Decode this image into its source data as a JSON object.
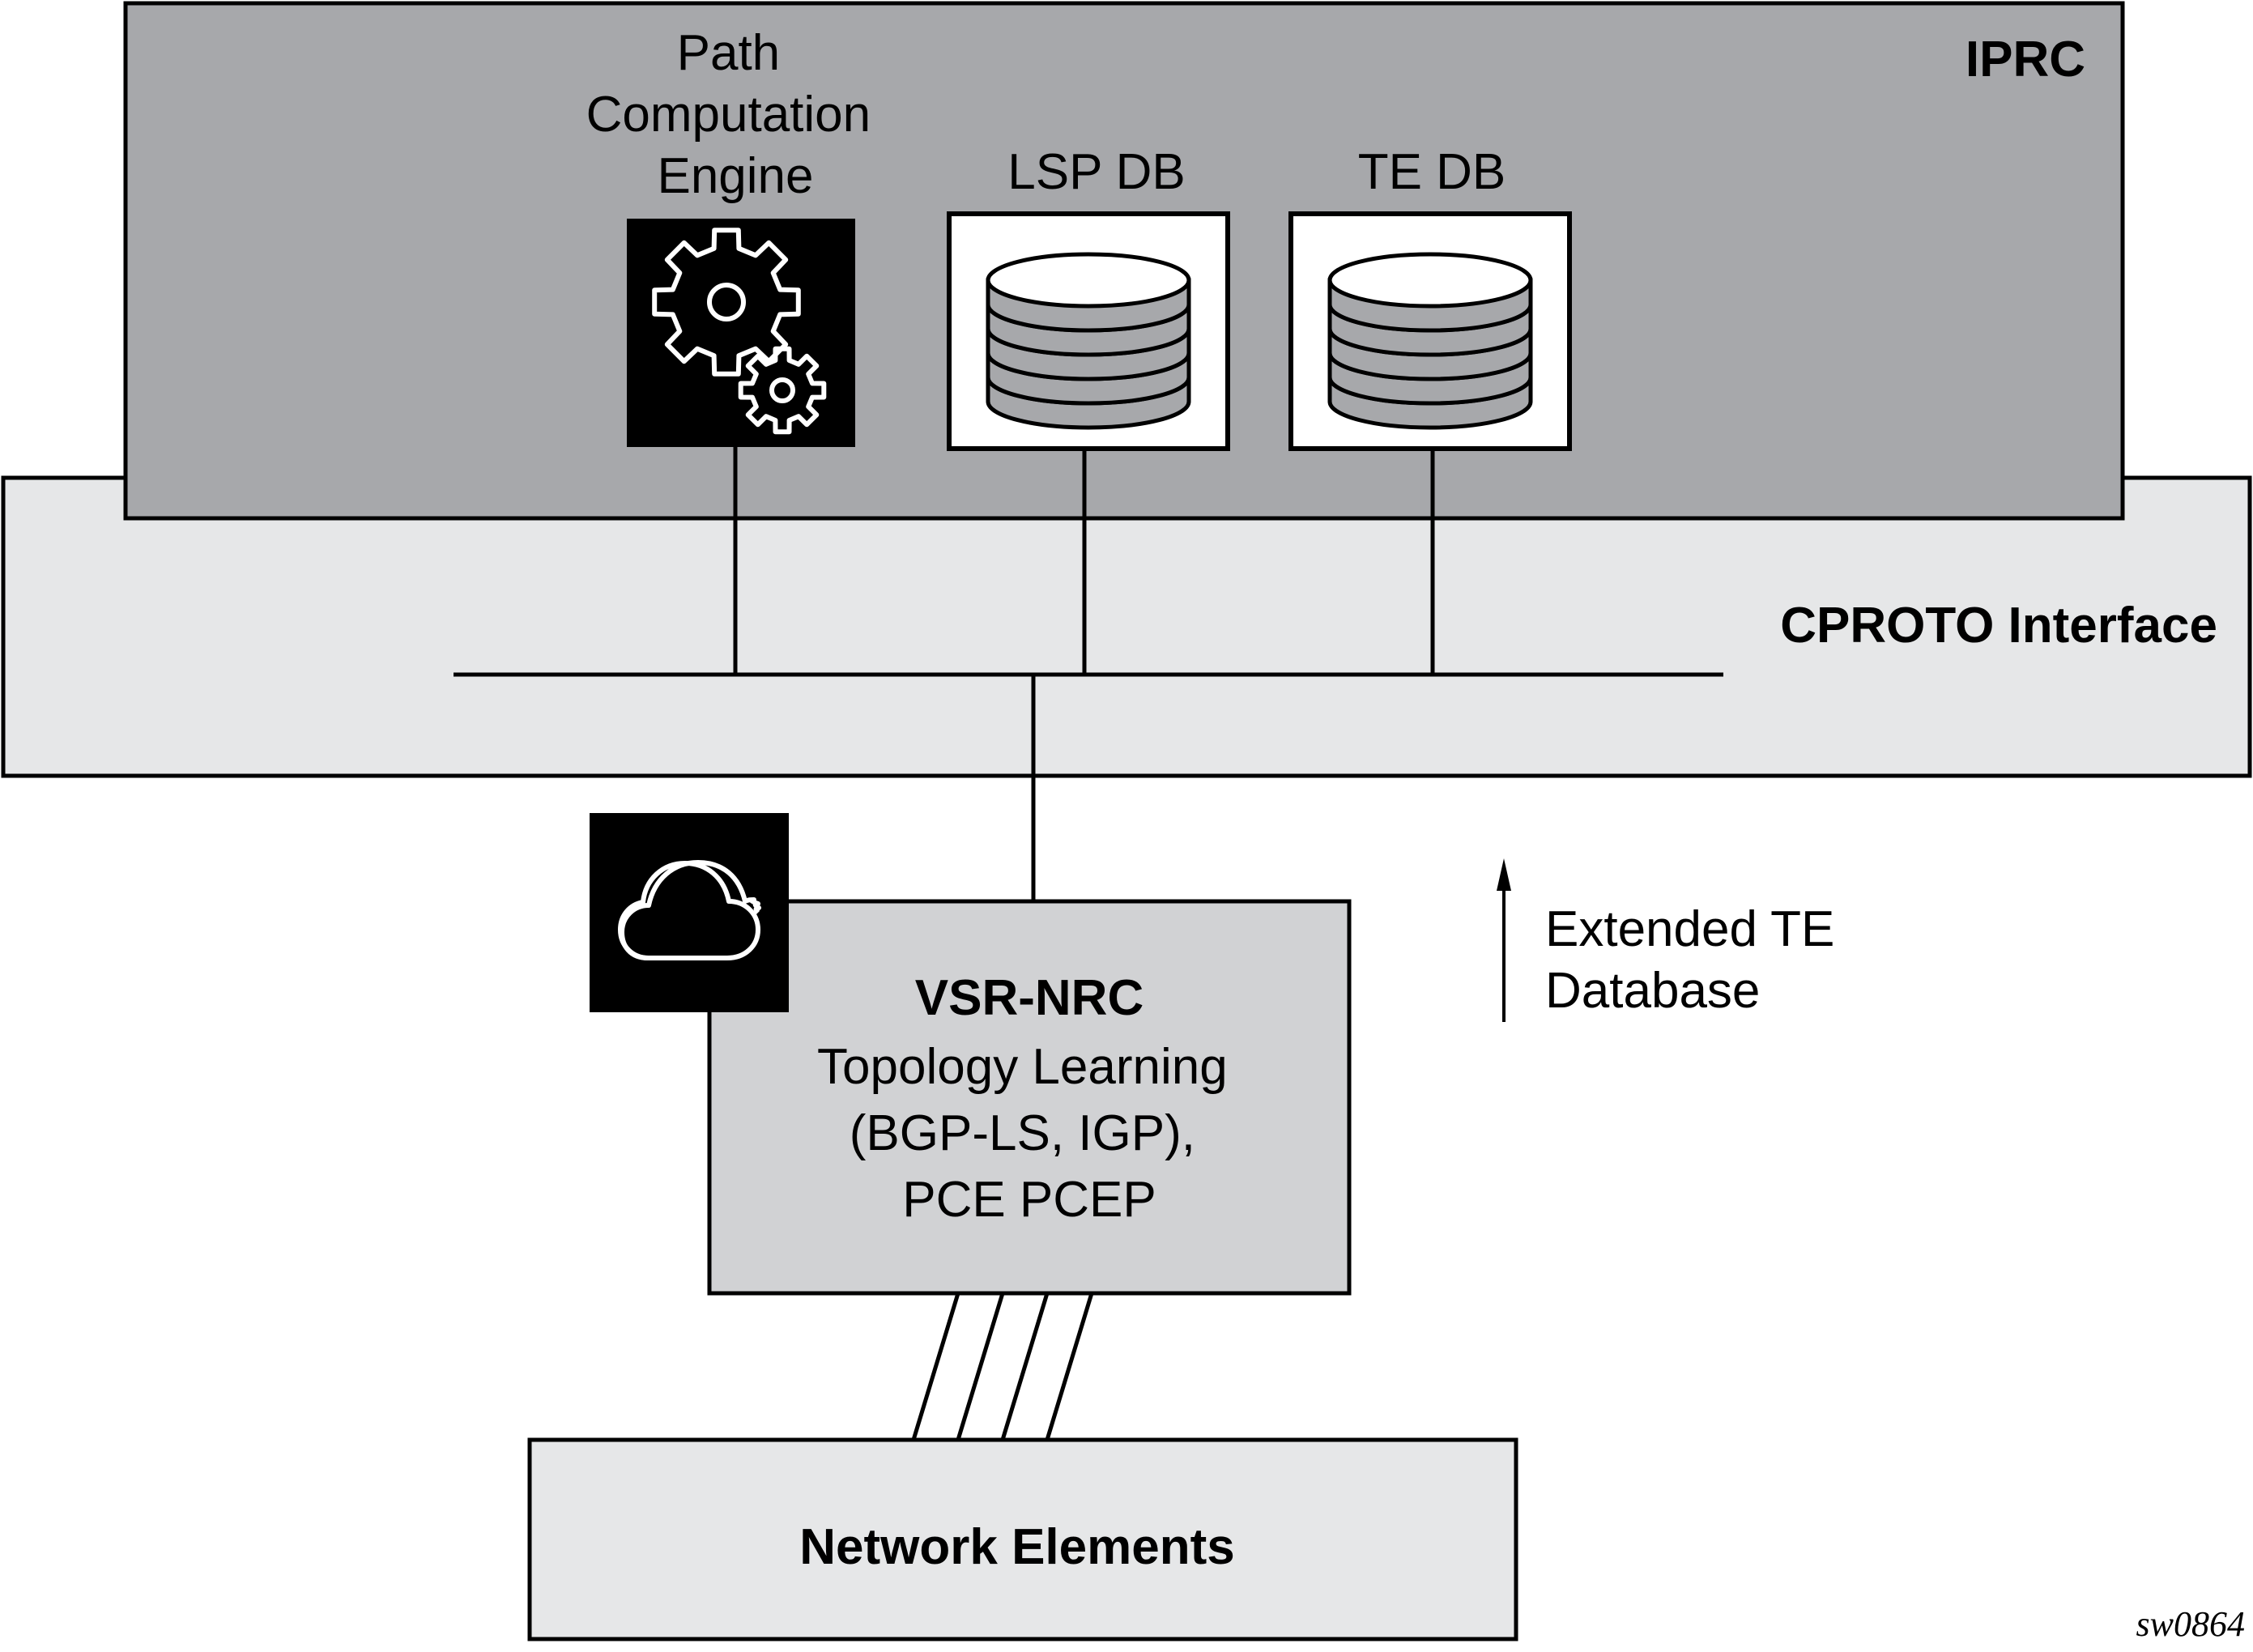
{
  "iprc": {
    "title": "IPRC"
  },
  "pce": {
    "label_lines": [
      "Path",
      "Computation",
      "Engine"
    ],
    "icon": "gears-icon"
  },
  "lsp_db": {
    "label": "LSP DB",
    "icon": "database-icon"
  },
  "te_db": {
    "label": "TE DB",
    "icon": "database-icon"
  },
  "cproto": {
    "title": "CPROTO Interface"
  },
  "vsr_nrc": {
    "title": "VSR-NRC",
    "lines": [
      "Topology Learning",
      "(BGP-LS, IGP),",
      "PCE PCEP"
    ],
    "icon": "cloud-icon"
  },
  "annotation": {
    "lines": [
      "Extended TE",
      "Database"
    ],
    "icon": "arrow-up-icon"
  },
  "network_elements": {
    "label": "Network Elements"
  },
  "figure_id": "sw0864",
  "colors": {
    "iprc_fill": "#a7a8ab",
    "cproto_fill": "#e6e7e8",
    "vsr_fill": "#d1d2d4",
    "ne_fill": "#e6e7e8",
    "icon_bg": "#000000",
    "db_disk": "#a7a8ab"
  }
}
